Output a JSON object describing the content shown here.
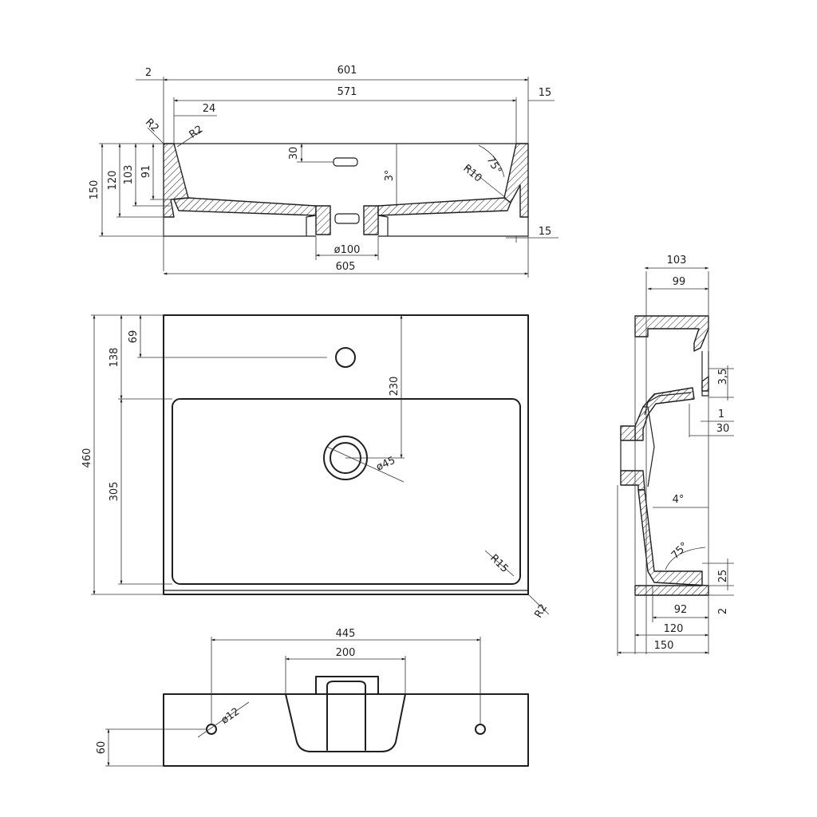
{
  "front_section": {
    "dims": {
      "overall_width": "601",
      "inner_width": "571",
      "wall_offset": "2",
      "top_edge_offset": "24",
      "radius_outer": "R2",
      "radius_inner": "R2",
      "right_wall": "15",
      "height_total": "150",
      "height_120": "120",
      "height_103": "103",
      "height_91": "91",
      "overflow_depth": "30",
      "slope": "3°",
      "radius_r10": "R10",
      "angle": "75°",
      "bottom_wall": "15",
      "drain_dia": "ø100",
      "base_width": "605"
    }
  },
  "plan_view": {
    "dims": {
      "depth_total": "460",
      "basin_length": "305",
      "tap_zone": "138",
      "tap_offset": "69",
      "drain_offset": "230",
      "drain_dia": "ø45",
      "corner_radius": "R15",
      "edge_radius": "R2"
    }
  },
  "side_section": {
    "dims": {
      "top_width": "103",
      "inner_width": "99",
      "lip": "3,5",
      "gap_1": "1",
      "gap_30": "30",
      "slope": "4°",
      "angle": "75°",
      "rise": "25",
      "base_92": "92",
      "thickness_2": "2",
      "base_120": "120",
      "base_150": "150"
    }
  },
  "back_view": {
    "dims": {
      "hole_spacing": "445",
      "bracket_width": "200",
      "hole_dia": "ø12",
      "hole_height": "60"
    }
  }
}
